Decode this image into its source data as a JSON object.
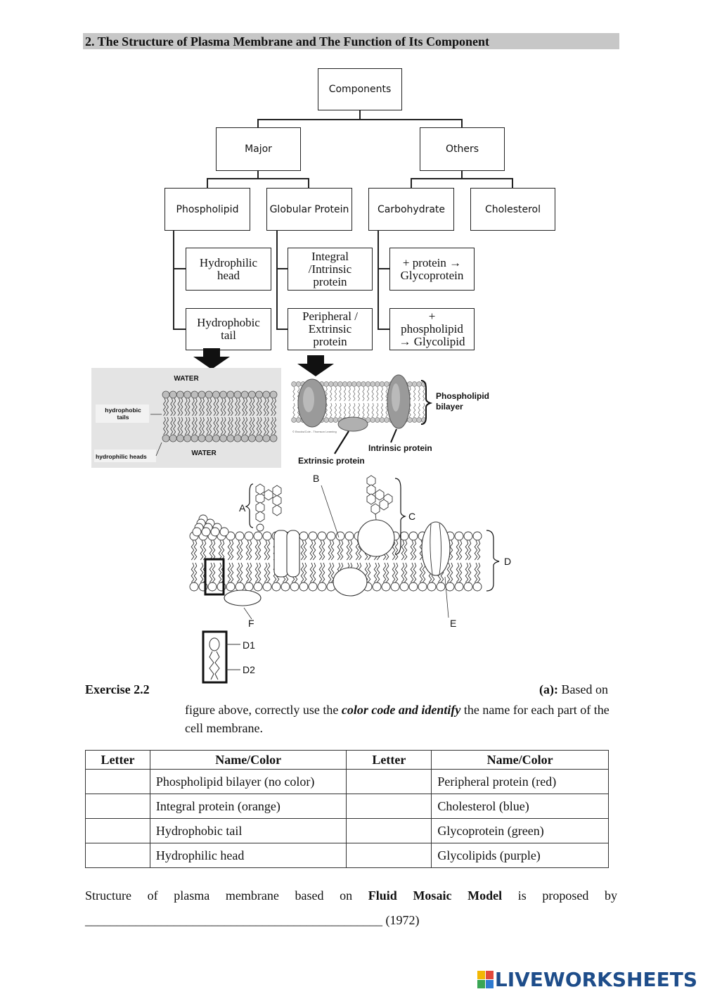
{
  "section_title": "2.   The Structure of Plasma Membrane and The Function of Its Component",
  "concept_map": {
    "root": "Components",
    "major": "Major",
    "others": "Others",
    "phospholipid": "Phospholipid",
    "globular_protein": "Globular Protein",
    "carbohydrate": "Carbohydrate",
    "cholesterol": "Cholesterol",
    "hydrophilic_head": "Hydrophilic\nhead",
    "hydrophobic_tail": "Hydrophobic\ntail",
    "integral_protein": "Integral\n/Intrinsic\nprotein",
    "peripheral_protein": "Peripheral /\nExtrinsic\nprotein",
    "glycoprotein": "+ protein  →\nGlycoprotein",
    "glycolipid": "+\nphospholipid\n→ Glycolipid"
  },
  "figure_bilayer": {
    "water_top": "WATER",
    "water_bottom": "WATER",
    "tails_label": "hydrophobic\ntails",
    "heads_label": "hydrophilic heads"
  },
  "figure_proteins": {
    "bilayer_label": "Phospholipid\nbilayer",
    "intrinsic_label": "Intrinsic protein",
    "extrinsic_label": "Extrinsic protein",
    "credit": "© Brooks/Cole - Thomson Learning"
  },
  "figure_membrane": {
    "labels": [
      "A",
      "B",
      "C",
      "D",
      "E",
      "F",
      "D1",
      "D2"
    ]
  },
  "exercise": {
    "title": "Exercise 2.2",
    "part": "(a):",
    "lead": " Based on",
    "body_1": "figure above, correctly use the ",
    "body_emph": "color code and identify",
    "body_2": " the name for each part of the cell membrane."
  },
  "table": {
    "headers": [
      "Letter",
      "Name/Color",
      "Letter",
      "Name/Color"
    ],
    "rows": [
      [
        "",
        "Phospholipid bilayer (no color)",
        "",
        "Peripheral protein (red)"
      ],
      [
        "",
        "Integral protein (orange)",
        "",
        "Cholesterol (blue)"
      ],
      [
        "",
        "Hydrophobic tail",
        "",
        "Glycoprotein (green)"
      ],
      [
        "",
        "Hydrophilic head",
        "",
        "Glycolipids (purple)"
      ]
    ]
  },
  "footer": {
    "text_1": "Structure of plasma membrane based on ",
    "text_bold": "Fluid Mosaic Model",
    "text_2": " is proposed by",
    "blank_line": "_______________________________________________",
    "year": "(1972)"
  },
  "brand": {
    "name": "LIVEWORKSHEETS",
    "color": "#1e4d8a"
  }
}
